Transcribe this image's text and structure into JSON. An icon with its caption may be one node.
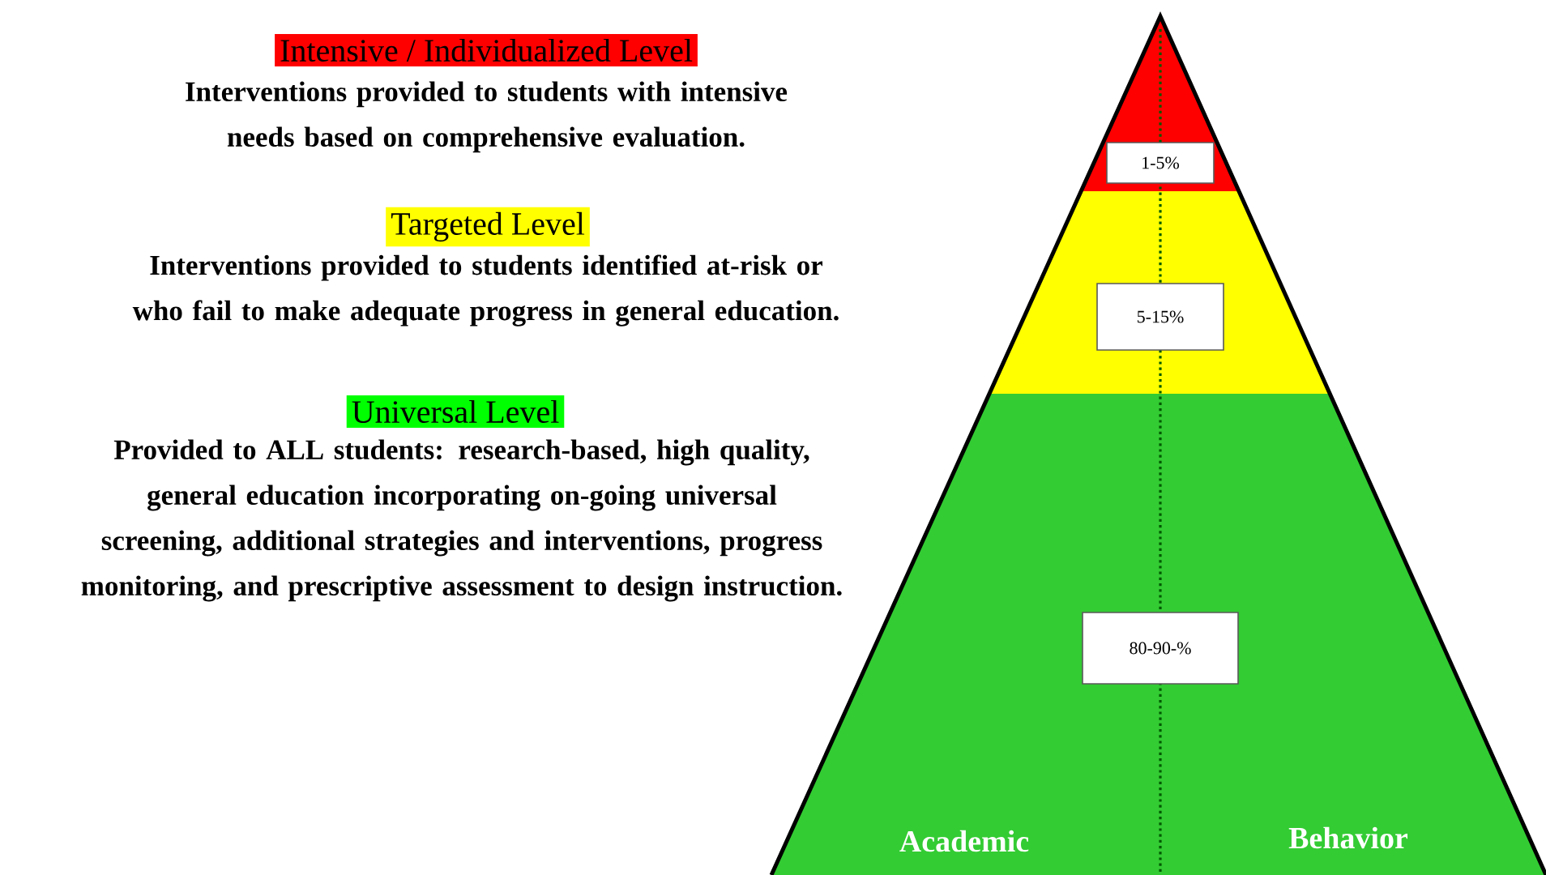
{
  "diagram": {
    "nodes": [
      {
        "text": [],
        "shape": "triangle"
      },
      {
        "text": [
          "1-5%"
        ],
        "in": 0
      },
      {
        "text": [],
        "shape": "trapezoid"
      },
      {
        "text": [
          "5-15%"
        ],
        "in": 2
      },
      {
        "text": [
          "Academic",
          "Behavior"
        ]
      },
      {
        "text": [
          "80-90-%"
        ],
        "in": 4
      },
      {
        "text": [
          "Intensive / Individualized Level"
        ]
      },
      {
        "text": [
          "Targeted Level"
        ]
      },
      {
        "text": [
          "Universal Level"
        ]
      }
    ],
    "labels": [
      "Interventions provided to students with intensive needs based on comprehensive evaluation.",
      "Interventions provided to students identified at-risk or who fail to make adequate progress in general education.",
      "Provided to ALL students: research-based, high quality, general education incorporating on-going universal screening, additional strategies and interventions, progress monitoring, and prescriptive assessment to design instruction."
    ]
  }
}
